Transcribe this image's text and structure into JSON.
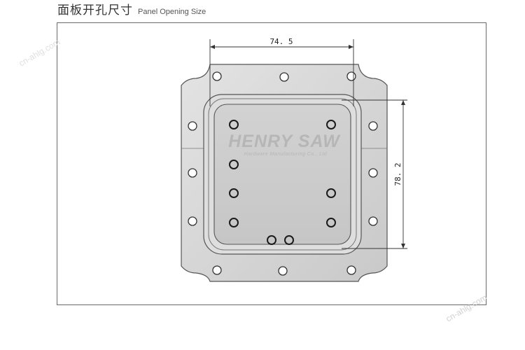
{
  "heading": {
    "title_zh": "面板开孔尺寸",
    "title_en": "Panel Opening Size"
  },
  "dimensions": {
    "width_label": "74. 5",
    "height_label": "78. 2"
  },
  "watermark": {
    "brand": "HENRY SAW",
    "tagline": "Hardware Manufacturing Co., Ltd",
    "side_text": "cn-ahlg.com"
  },
  "colors": {
    "plate_fill": "#d9d9d9",
    "plate_stroke": "#555555",
    "recess_fill": "#cfcfcf",
    "frame": "#6a6a6a",
    "dimension_line": "#333333"
  }
}
